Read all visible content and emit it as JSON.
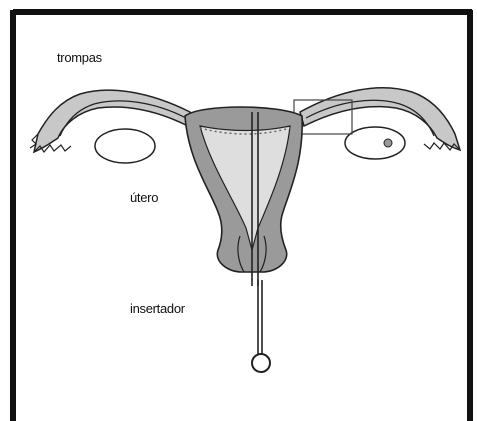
{
  "labels": {
    "trompas": "trompas",
    "utero": "útero",
    "insertador": "insertador"
  },
  "colors": {
    "border": "#111111",
    "uterus_wall": "#9a9a9a",
    "cavity": "#dedede",
    "outline": "#222222",
    "ovary_fill": "#ffffff"
  }
}
